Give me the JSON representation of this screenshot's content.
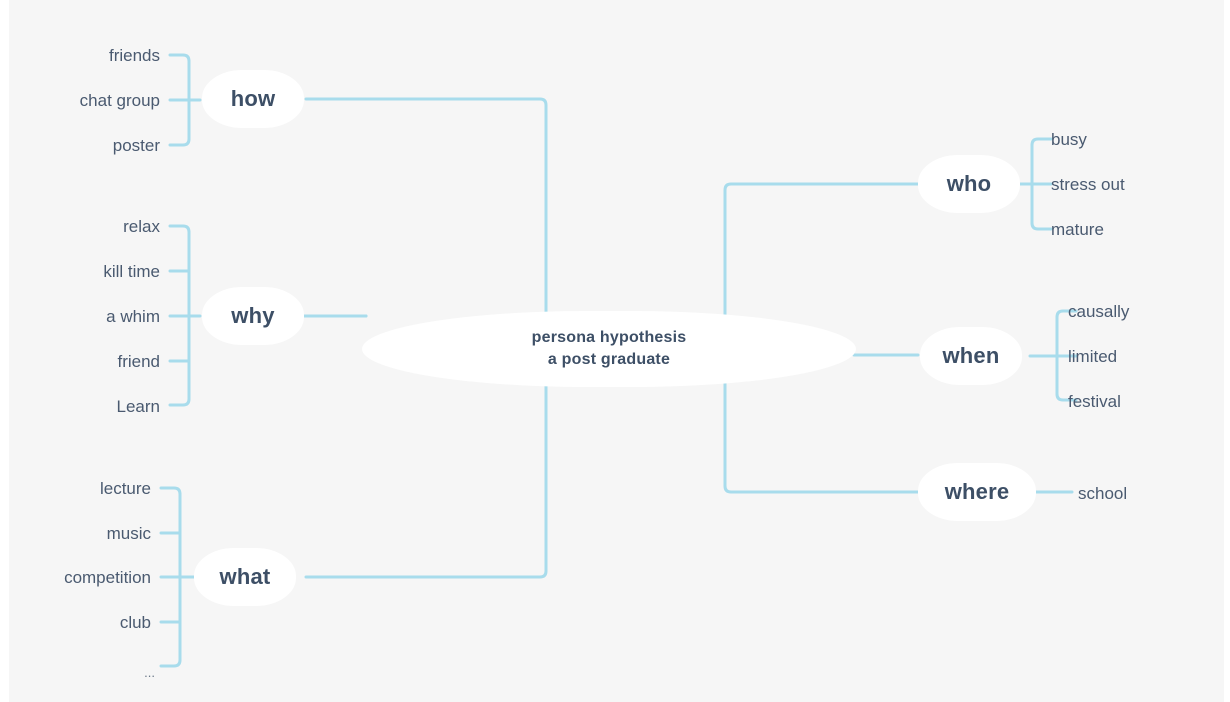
{
  "colors": {
    "background": "#f6f6f6",
    "node_fill": "#ffffff",
    "line": "#a8dcec",
    "node_text": "#3d4f66",
    "leaf_text": "#4a5a70"
  },
  "center": {
    "line1": "persona hypothesis",
    "line2": "a post graduate"
  },
  "branches": [
    {
      "id": "how",
      "label": "how",
      "side": "left",
      "children": [
        "friends",
        "chat group",
        "poster"
      ]
    },
    {
      "id": "why",
      "label": "why",
      "side": "left",
      "children": [
        "relax",
        "kill time",
        "a whim",
        "friend",
        "Learn"
      ]
    },
    {
      "id": "what",
      "label": "what",
      "side": "left",
      "children": [
        "lecture",
        "music",
        "competition",
        "club",
        "..."
      ]
    },
    {
      "id": "who",
      "label": "who",
      "side": "right",
      "children": [
        "busy",
        "stress out",
        "mature"
      ]
    },
    {
      "id": "when",
      "label": "when",
      "side": "right",
      "children": [
        "causally",
        "limited",
        "festival"
      ]
    },
    {
      "id": "where",
      "label": "where",
      "side": "right",
      "children": [
        "school"
      ]
    }
  ],
  "leaves": {
    "how": [
      "friends",
      "chat group",
      "poster"
    ],
    "why": [
      "relax",
      "kill time",
      "a whim",
      "friend",
      "Learn"
    ],
    "what": [
      "lecture",
      "music",
      "competition",
      "club",
      "..."
    ],
    "who": [
      "busy",
      "stress out",
      "mature"
    ],
    "when": [
      "causally",
      "limited",
      "festival"
    ],
    "where": [
      "school"
    ]
  }
}
